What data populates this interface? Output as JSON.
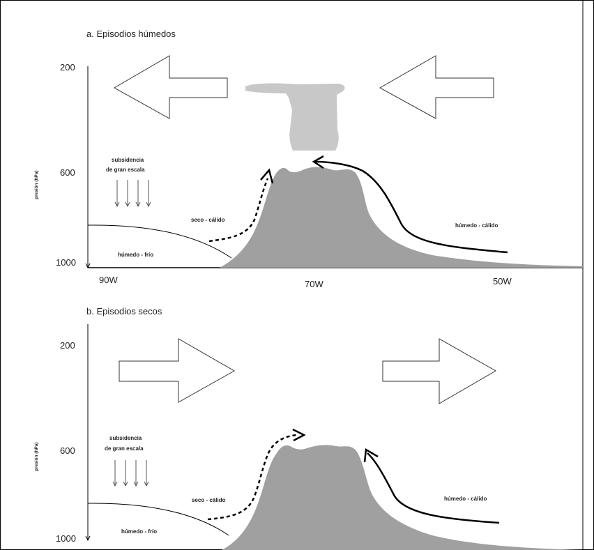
{
  "panels": [
    {
      "title": "a.  Episodios húmedos",
      "y_axis_label": "presión (hPa)",
      "y_ticks": [
        "200",
        "600",
        "1000"
      ],
      "x_ticks": [
        "90W",
        "70W",
        "50W"
      ],
      "subsidence_label": [
        "subsidencia",
        "de gran escala"
      ],
      "left_air_label": "húmedo - frío",
      "upslope_label": "seco - cálido",
      "right_air_label": "húmedo  - cálido",
      "upper_wind_direction": "westward"
    },
    {
      "title": "b.  Episodios secos",
      "y_axis_label": "presión (hPa)",
      "y_ticks": [
        "200",
        "600",
        "1000"
      ],
      "subsidence_label": [
        "subsidencia",
        "de gran escala"
      ],
      "left_air_label": "húmedo - frío",
      "upslope_label": "seco - cálido",
      "right_air_label": "húmedo - cálido",
      "upper_wind_direction": "eastward"
    }
  ],
  "colors": {
    "mountain": "#a0a0a0",
    "cloud": "#c8c8c8",
    "frame": "#000000",
    "wind_arrow_outline": "#333333"
  }
}
